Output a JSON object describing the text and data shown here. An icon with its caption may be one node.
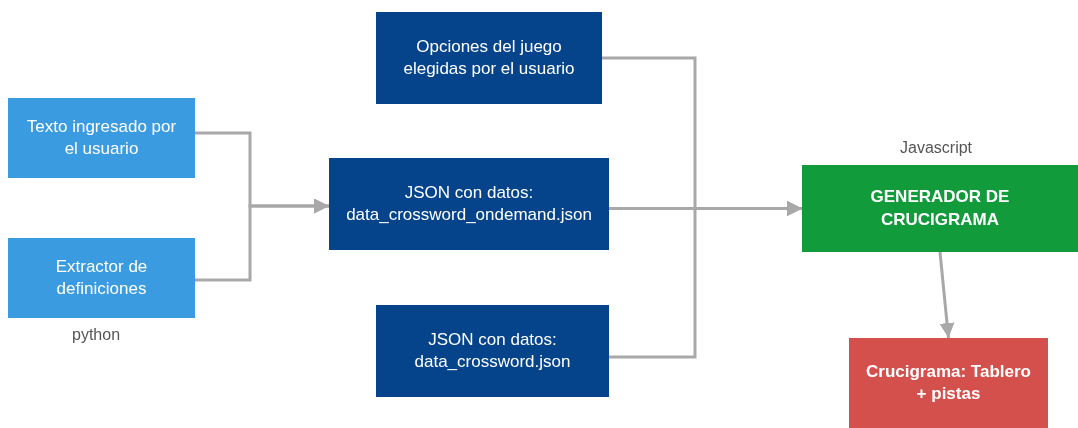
{
  "diagram": {
    "nodes": [
      {
        "text": [
          "Texto ingresado por el usuario"
        ]
      },
      {
        "text": [
          "Extractor de definiciones"
        ],
        "beside": [
          "python"
        ]
      },
      {
        "text": [
          "Opciones del juego elegidas por el usuario"
        ]
      },
      {
        "text": [
          "JSON con datos: data_crossword_ondemand.json"
        ]
      },
      {
        "text": [
          "JSON con datos: data_crossword.json"
        ]
      },
      {
        "text": [
          "GENERADOR DE CRUCIGRAMA"
        ],
        "beside": [
          "Javascript"
        ]
      },
      {
        "text": [
          "Crucigrama: Tablero + pistas"
        ]
      }
    ],
    "edges": [
      {
        "from": 0,
        "to": 3,
        "arrow": "to"
      },
      {
        "from": 1,
        "to": 3,
        "arrow": "to"
      },
      {
        "from": 2,
        "to": 5,
        "arrow": "to"
      },
      {
        "from": 3,
        "to": 5,
        "arrow": "to"
      },
      {
        "from": 4,
        "to": 5,
        "arrow": "to"
      },
      {
        "from": 5,
        "to": 6,
        "arrow": "to"
      }
    ]
  }
}
